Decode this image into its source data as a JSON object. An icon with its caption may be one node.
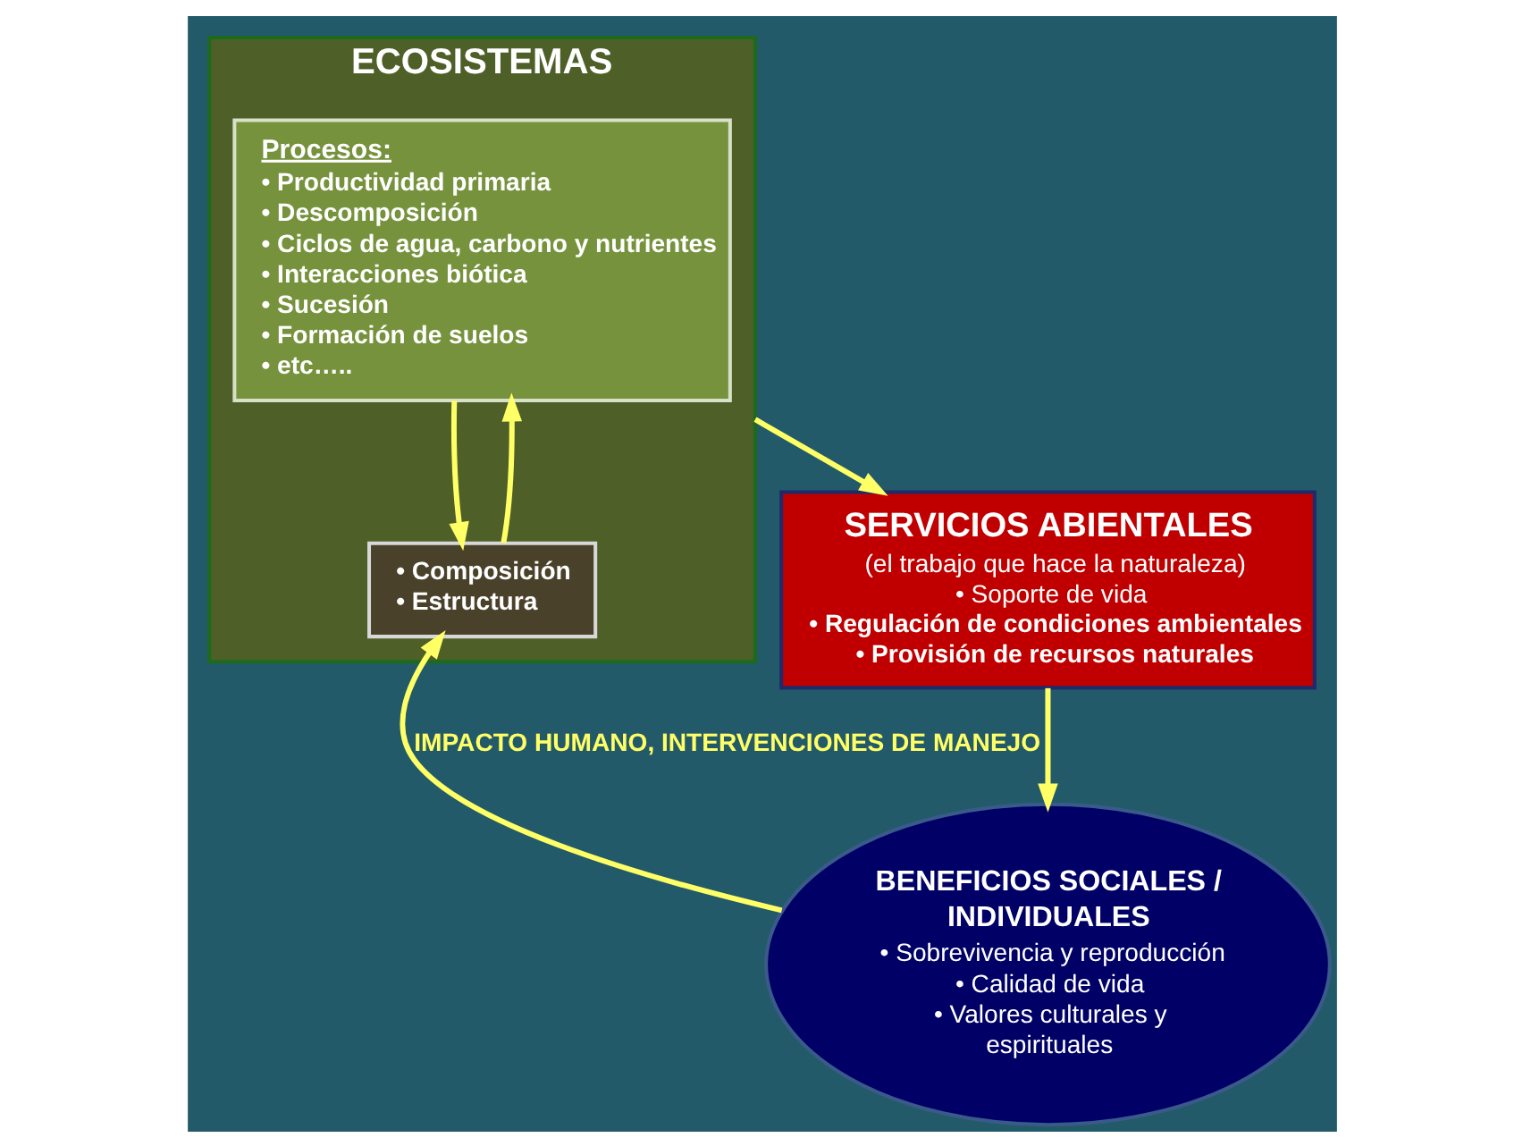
{
  "diagram": {
    "nodes": [
      {
        "text": [
          "ECOSISTEMAS"
        ]
      },
      {
        "text": [
          "Procesos:",
          "• Productividad primaria",
          "• Descomposición",
          "• Ciclos de agua, carbono y nutrientes",
          "• Interacciones biótica",
          "• Sucesión",
          "• Formación de suelos",
          "• etc….."
        ],
        "in": 0
      },
      {
        "text": [
          "• Composición",
          "• Estructura"
        ],
        "in": 0
      },
      {
        "text": [
          "SERVICIOS ABIENTALES",
          "(el trabajo que hace la naturaleza)",
          "• Soporte de vida",
          "• Regulación de condiciones ambientales",
          "• Provisión de recursos naturales"
        ]
      },
      {
        "text": [
          "BENEFICIOS SOCIALES / INDIVIDUALES",
          "• Sobrevivencia y reproducción",
          "• Calidad de vida",
          "• Valores culturales y espirituales"
        ]
      }
    ],
    "edges": [
      {
        "from": 2,
        "to": 1,
        "arrow": "to"
      },
      {
        "from": 1,
        "to": 2,
        "arrow": "to"
      },
      {
        "from": 0,
        "to": 3,
        "arrow": "to"
      },
      {
        "from": 3,
        "to": 4,
        "arrow": "to"
      },
      {
        "from": 4,
        "to": 2,
        "arrow": "to",
        "label": "IMPACTO HUMANO, INTERVENCIONES DE MANEJO"
      }
    ]
  }
}
